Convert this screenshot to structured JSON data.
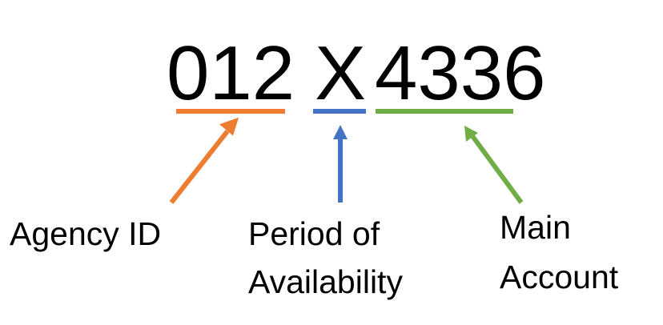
{
  "code": {
    "agency": "012",
    "period": "X",
    "account": "4336"
  },
  "labels": {
    "agency": "Agency ID",
    "period_line1": "Period of",
    "period_line2": "Availability",
    "account_line1": "Main",
    "account_line2": "Account"
  },
  "colors": {
    "agency": "#ED7D31",
    "period": "#4472C4",
    "account": "#70AD47"
  }
}
